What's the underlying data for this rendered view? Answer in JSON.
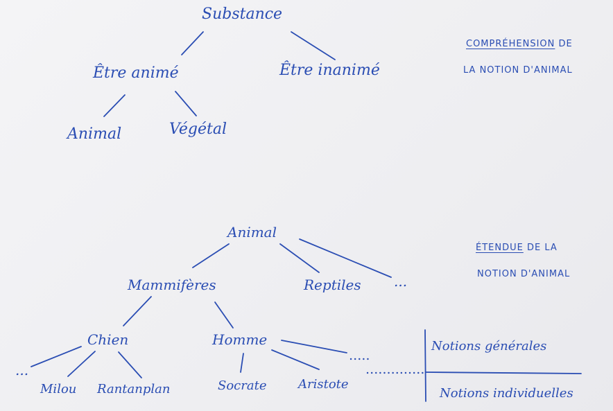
{
  "comprehension": {
    "root": "Substance",
    "animate": "Être animé",
    "inanimate": "Être inanimé",
    "animal": "Animal",
    "plant": "Végétal",
    "caption": {
      "underlined": "COMPRÉHENSION",
      "rest": " DE",
      "line2": "LA NOTION D'ANIMAL"
    }
  },
  "extension": {
    "root": "Animal",
    "mammals": "Mammifères",
    "reptiles": "Reptiles",
    "root_more": "...",
    "dog": "Chien",
    "man": "Homme",
    "dog_more": "...",
    "man_more": "...",
    "milou": "Milou",
    "rantanplan": "Rantanplan",
    "socrate": "Socrate",
    "aristote": "Aristote",
    "caption": {
      "underlined": "ÉTENDUE",
      "rest": " DE LA",
      "line2": "NOTION D'ANIMAL"
    }
  },
  "legend": {
    "general": "Notions générales",
    "individual": "Notions individuelles"
  },
  "colors": {
    "ink": "#2a4db3",
    "paper": "#f1f1f3"
  }
}
